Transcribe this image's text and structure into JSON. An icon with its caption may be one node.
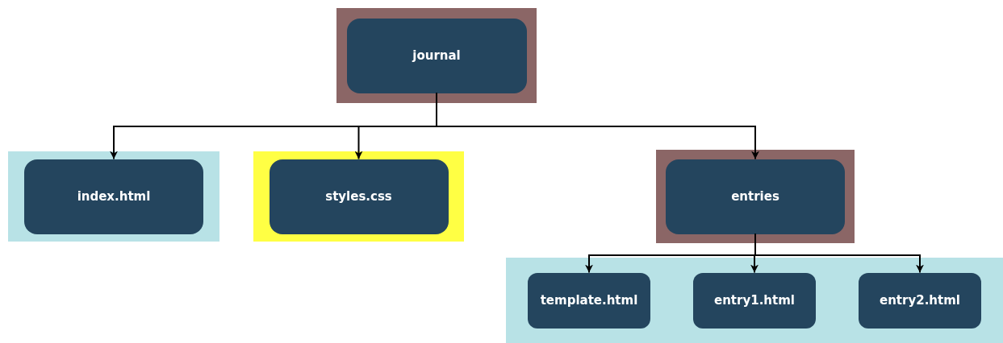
{
  "diagram": {
    "nodes": [
      {
        "text": [],
        "shape": "box"
      },
      {
        "text": [
          "journal"
        ],
        "in": 0
      },
      {
        "text": [],
        "shape": "box"
      },
      {
        "text": [
          "index.html"
        ],
        "in": 2
      },
      {
        "text": [],
        "shape": "box"
      },
      {
        "text": [
          "styles.css"
        ],
        "in": 4
      },
      {
        "text": [],
        "shape": "box"
      },
      {
        "text": [
          "entries"
        ],
        "in": 6
      },
      {
        "text": [],
        "shape": "box"
      },
      {
        "text": [
          "template.html"
        ],
        "in": 8
      },
      {
        "text": [
          "entry1.html"
        ],
        "in": 8
      },
      {
        "text": [
          "entry2.html"
        ],
        "in": 8
      }
    ],
    "edges": [
      {
        "from": 1,
        "to": 3,
        "arrow": "to"
      },
      {
        "from": 1,
        "to": 5,
        "arrow": "to"
      },
      {
        "from": 1,
        "to": 7,
        "arrow": "to"
      },
      {
        "from": 7,
        "to": 9,
        "arrow": "to"
      },
      {
        "from": 7,
        "to": 10,
        "arrow": "to"
      },
      {
        "from": 7,
        "to": 11,
        "arrow": "to"
      }
    ]
  }
}
